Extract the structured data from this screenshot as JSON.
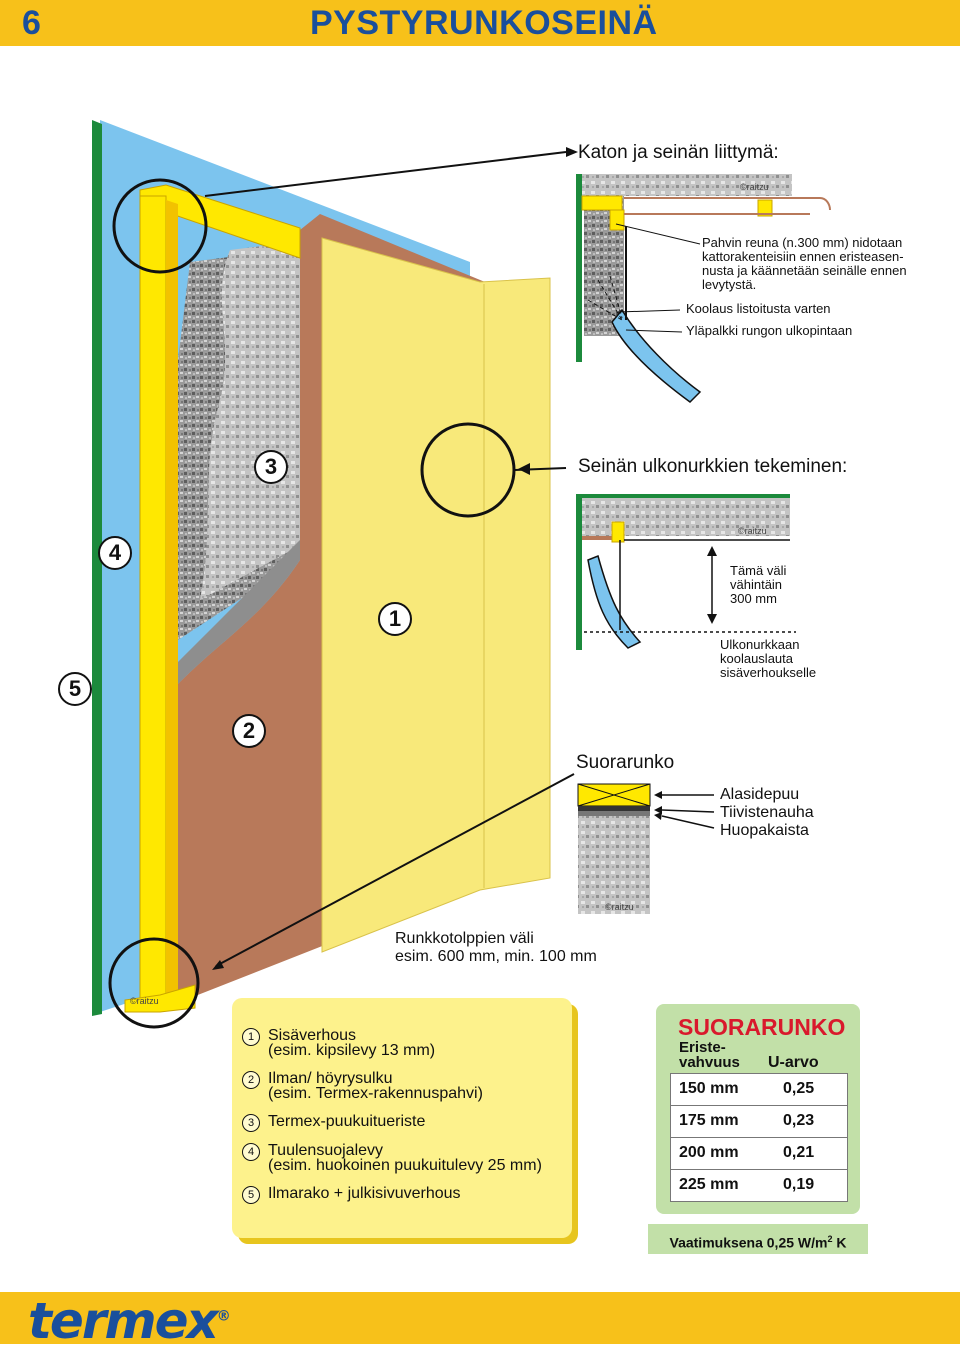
{
  "header": {
    "page_number": "6",
    "title": "PYSTYRUNKOSEINÄ"
  },
  "callouts": {
    "roof_joint": "Katon ja seinän liittymä:",
    "roof_note": "Pahvin reuna (n.300 mm) nidotaan kattorakenteisiin ennen eristeasen-nusta ja käännetään seinälle ennen levytystä.",
    "roof_note_lines": [
      "Pahvin reuna (n.300 mm) nidotaan",
      "kattorakenteisiin ennen eristeasen-",
      "nusta ja käännetään seinälle ennen",
      "levytystä."
    ],
    "batten": "Koolaus listoitusta varten",
    "top_plate": "Yläpalkki rungon ulkopintaan",
    "corner": "Seinän ulkonurkkien tekeminen:",
    "gap_lines": [
      "Tämä väli",
      "vähintäin",
      "300 mm"
    ],
    "corner_batten_lines": [
      "Ulkonurkkaan",
      "koolauslauta",
      "sisäverhoukselle"
    ],
    "straight_frame": "Suorarunko",
    "sill": "Alasidepuu",
    "seal_tape": "Tiivistenauha",
    "felt_strip": "Huopakaista",
    "stud_spacing_lines": [
      "Runkkotolppien väli",
      "esim. 600 mm, min. 100 mm"
    ],
    "copyright": "©raitzu"
  },
  "numbers": [
    "1",
    "2",
    "3",
    "4",
    "5"
  ],
  "legend": [
    {
      "num": "1",
      "lines": [
        "Sisäverhous",
        "(esim. kipsilevy 13 mm)"
      ]
    },
    {
      "num": "2",
      "lines": [
        "Ilman/ höyrysulku",
        "(esim. Termex-rakennuspahvi)"
      ]
    },
    {
      "num": "3",
      "lines": [
        "Termex-puukuitueriste"
      ]
    },
    {
      "num": "4",
      "lines": [
        "Tuulensuojalevy",
        "(esim. huokoinen puukuitulevy 25 mm)"
      ]
    },
    {
      "num": "5",
      "lines": [
        "Ilmarako + julkisivuverhous"
      ]
    }
  ],
  "uvalue_table": {
    "title": "SUORARUNKO",
    "header_lines": [
      "Eriste-",
      "vahvuus"
    ],
    "header_u": "U-arvo",
    "rows": [
      {
        "thickness": "150 mm",
        "u": "0,25"
      },
      {
        "thickness": "175 mm",
        "u": "0,23"
      },
      {
        "thickness": "200 mm",
        "u": "0,21"
      },
      {
        "thickness": "225 mm",
        "u": "0,19"
      }
    ]
  },
  "requirement": {
    "text": "Vaatimuksena 0,25 W/m",
    "sup": "2",
    "unit": " K"
  },
  "footer": {
    "logo": "termex",
    "reg": "®"
  },
  "colors": {
    "header": "#f7c11a",
    "title": "#1a4f9c",
    "accent_red": "#d9192c",
    "air_gap": "#7cc4ee",
    "wind_board": "#1c8a3c",
    "frame": "#ffe800",
    "vapor_barrier": "#b8795a",
    "gypsum": "#f8e97a"
  }
}
